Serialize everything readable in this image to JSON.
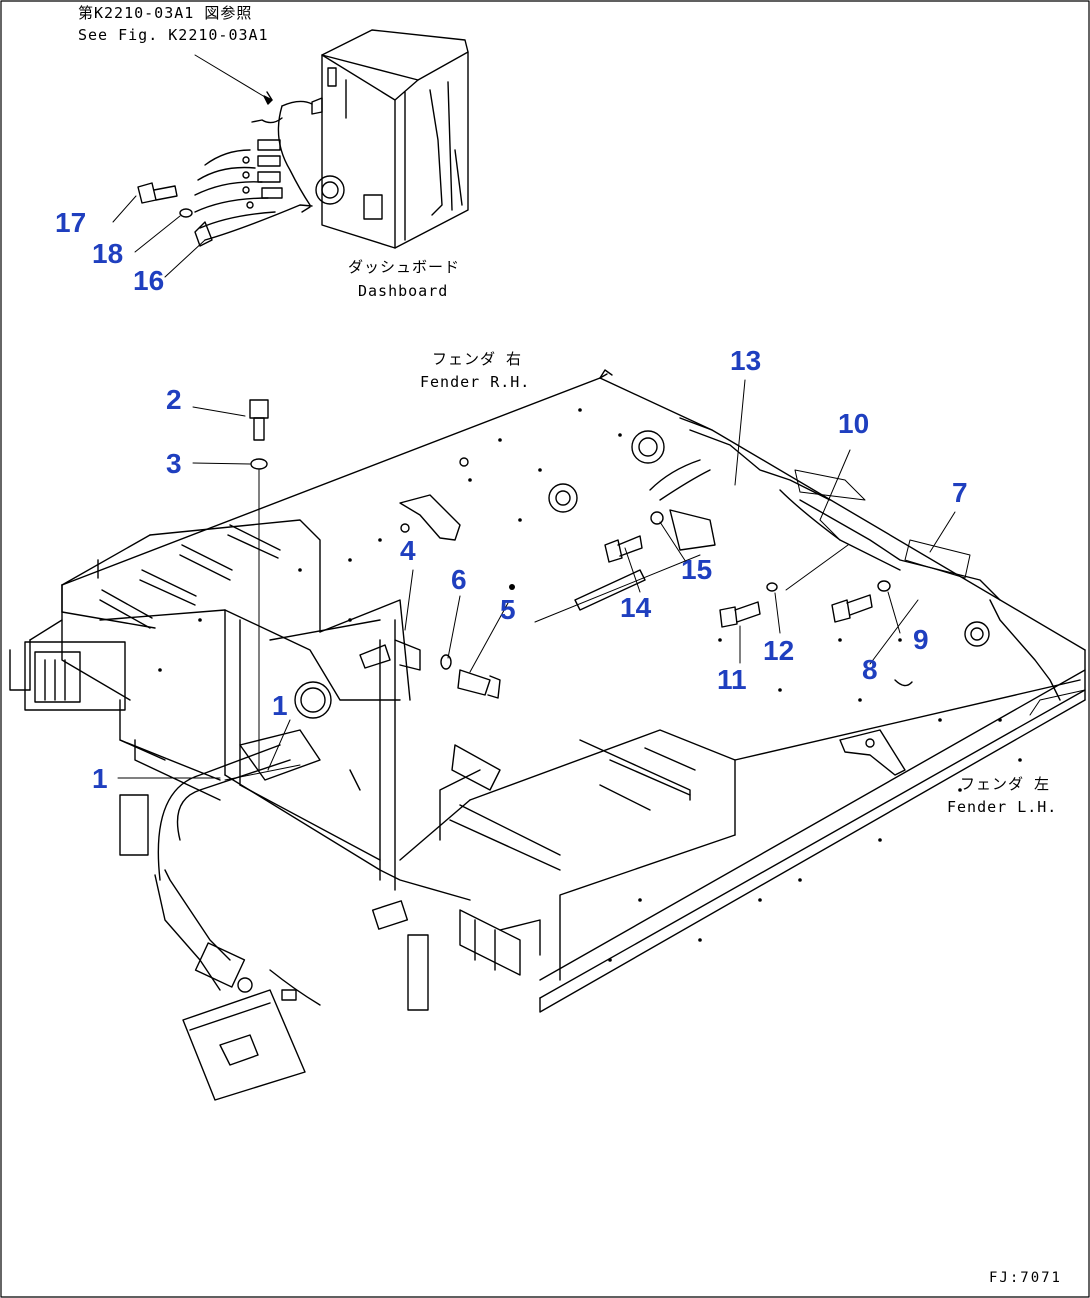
{
  "reference": {
    "jp": "第K2210-03A1 図参照",
    "en": "See Fig. K2210-03A1"
  },
  "labels": {
    "dashboard_jp": "ダッシュボード",
    "dashboard_en": "Dashboard",
    "fender_rh_jp": "フェンダ 右",
    "fender_rh_en": "Fender R.H.",
    "fender_lh_jp": "フェンダ 左",
    "fender_lh_en": "Fender L.H."
  },
  "callouts": [
    "1",
    "1",
    "2",
    "3",
    "4",
    "5",
    "6",
    "7",
    "8",
    "9",
    "10",
    "11",
    "12",
    "13",
    "14",
    "15",
    "16",
    "17",
    "18"
  ],
  "figure_id": "FJ:7071"
}
